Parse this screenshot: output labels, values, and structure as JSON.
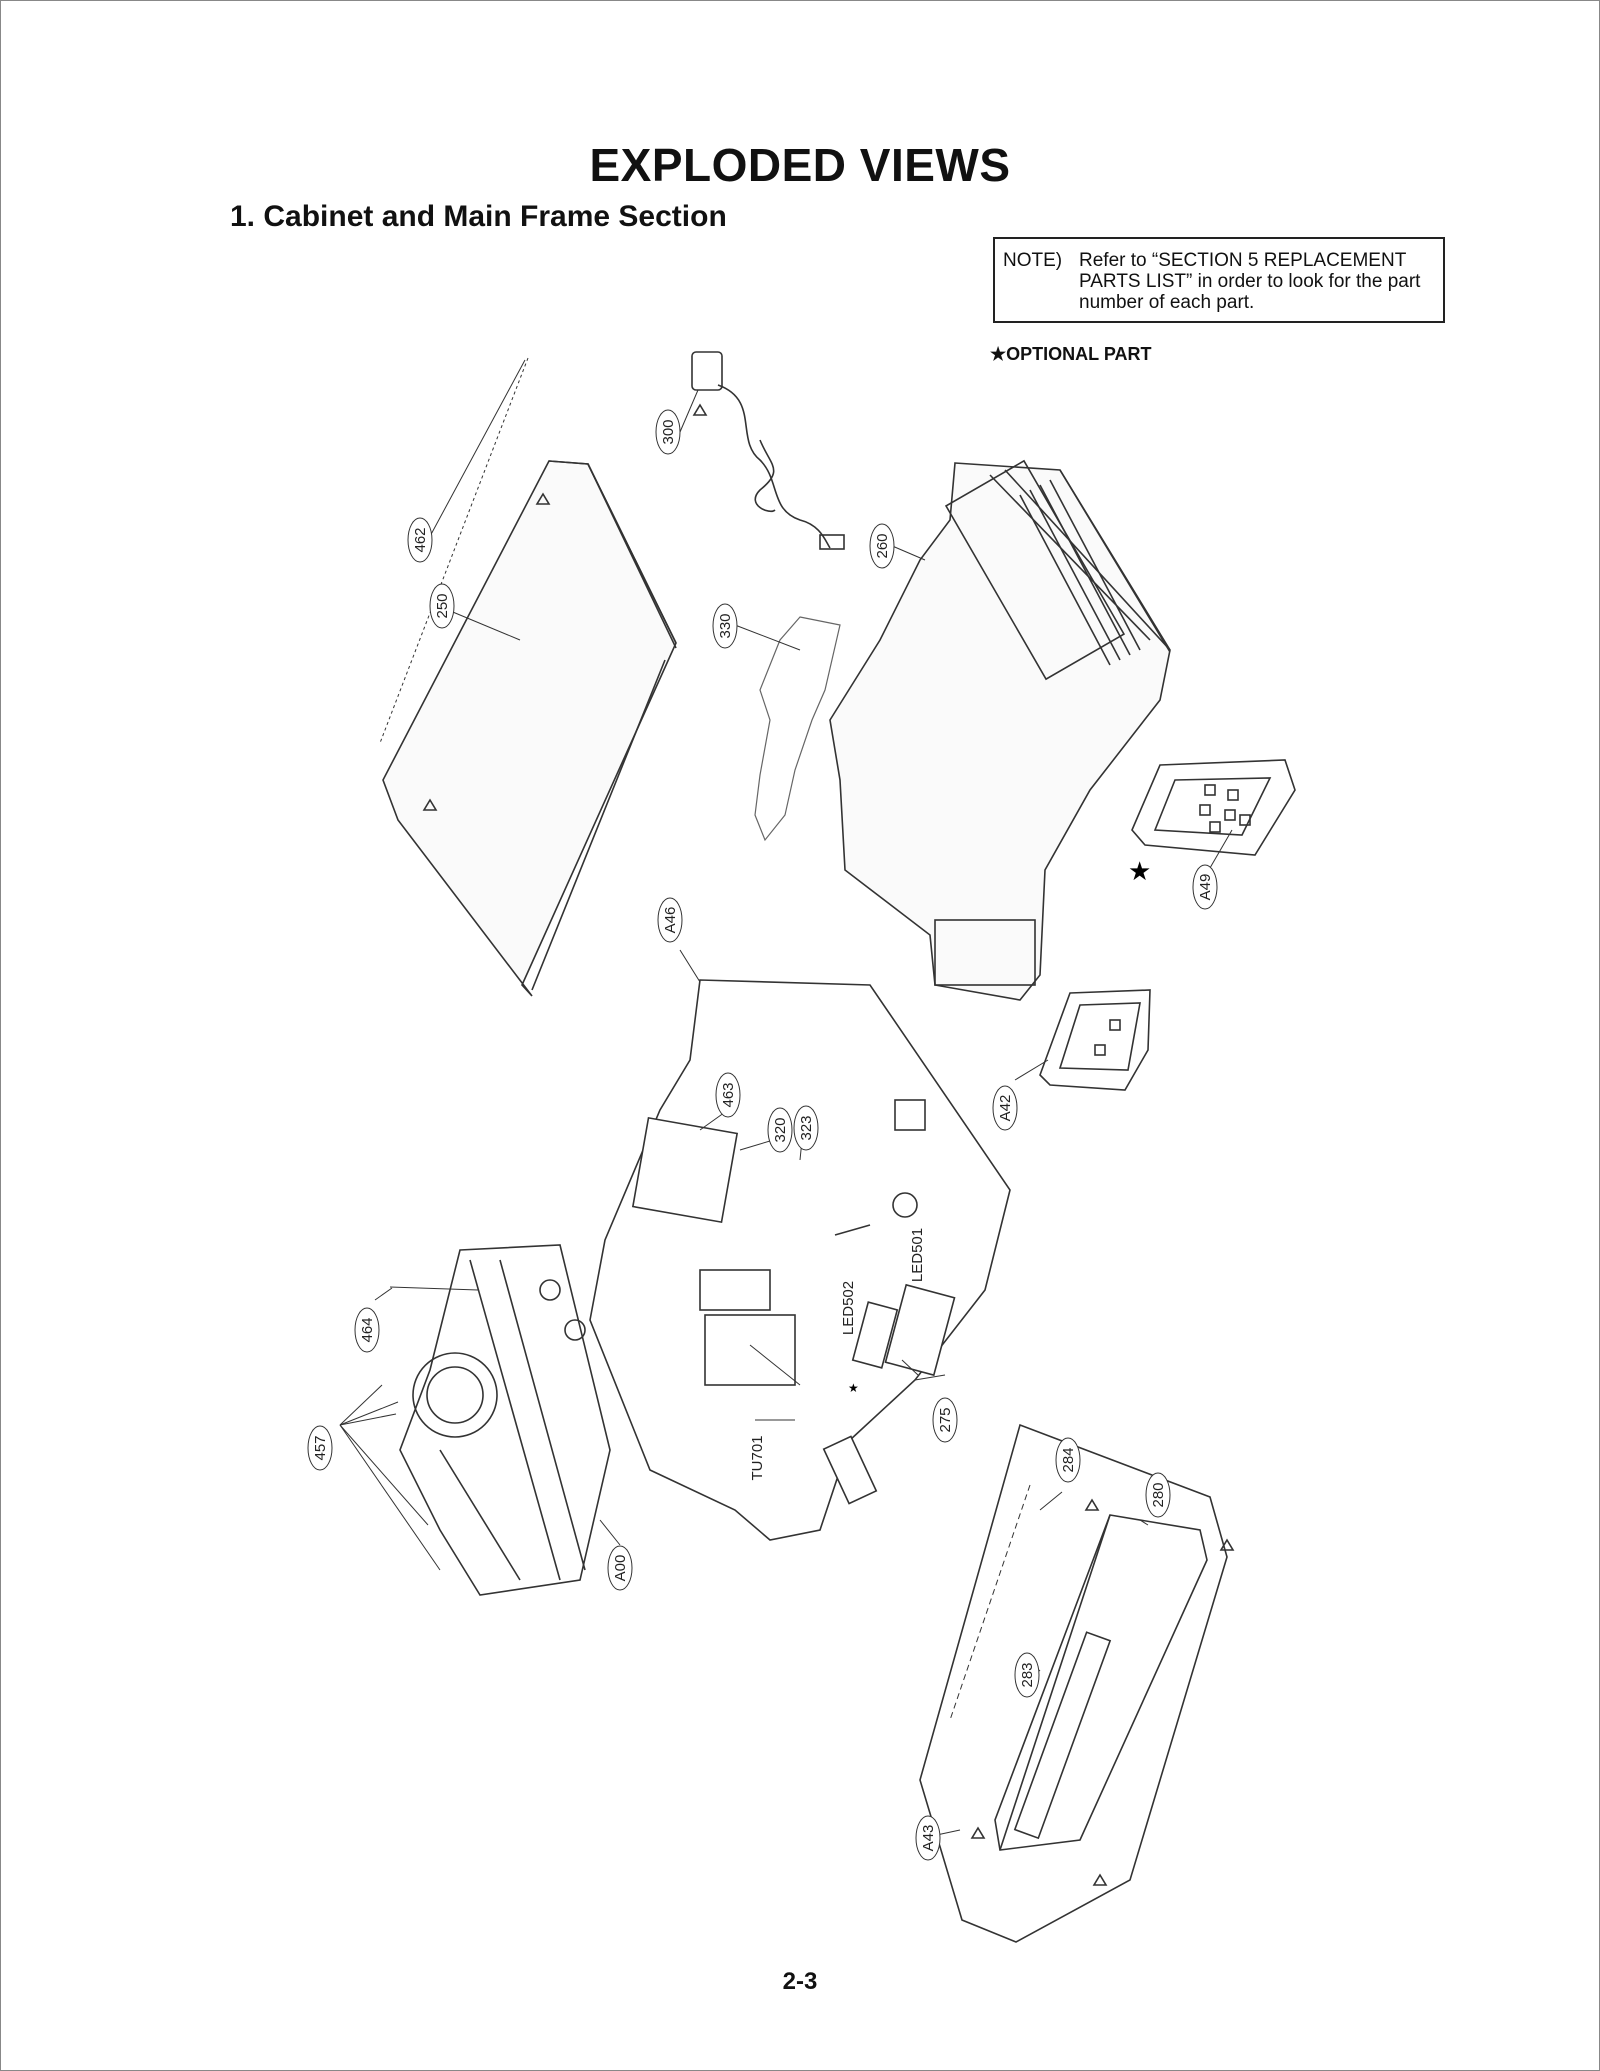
{
  "page": {
    "title": "EXPLODED VIEWS",
    "subtitle": "1. Cabinet and Main Frame Section",
    "note_label": "NOTE)",
    "note_text": "Refer to “SECTION 5 REPLACEMENT PARTS LIST” in order to look for the part number of each part.",
    "optional_legend": "OPTIONAL PART",
    "page_number": "2-3"
  },
  "callouts": [
    "300",
    "462",
    "250",
    "260",
    "330",
    "A49",
    "A46",
    "A42",
    "463",
    "320",
    "323",
    "LED501",
    "LED502",
    "464",
    "457",
    "TU701",
    "275",
    "A00",
    "284",
    "280",
    "283",
    "A43"
  ]
}
